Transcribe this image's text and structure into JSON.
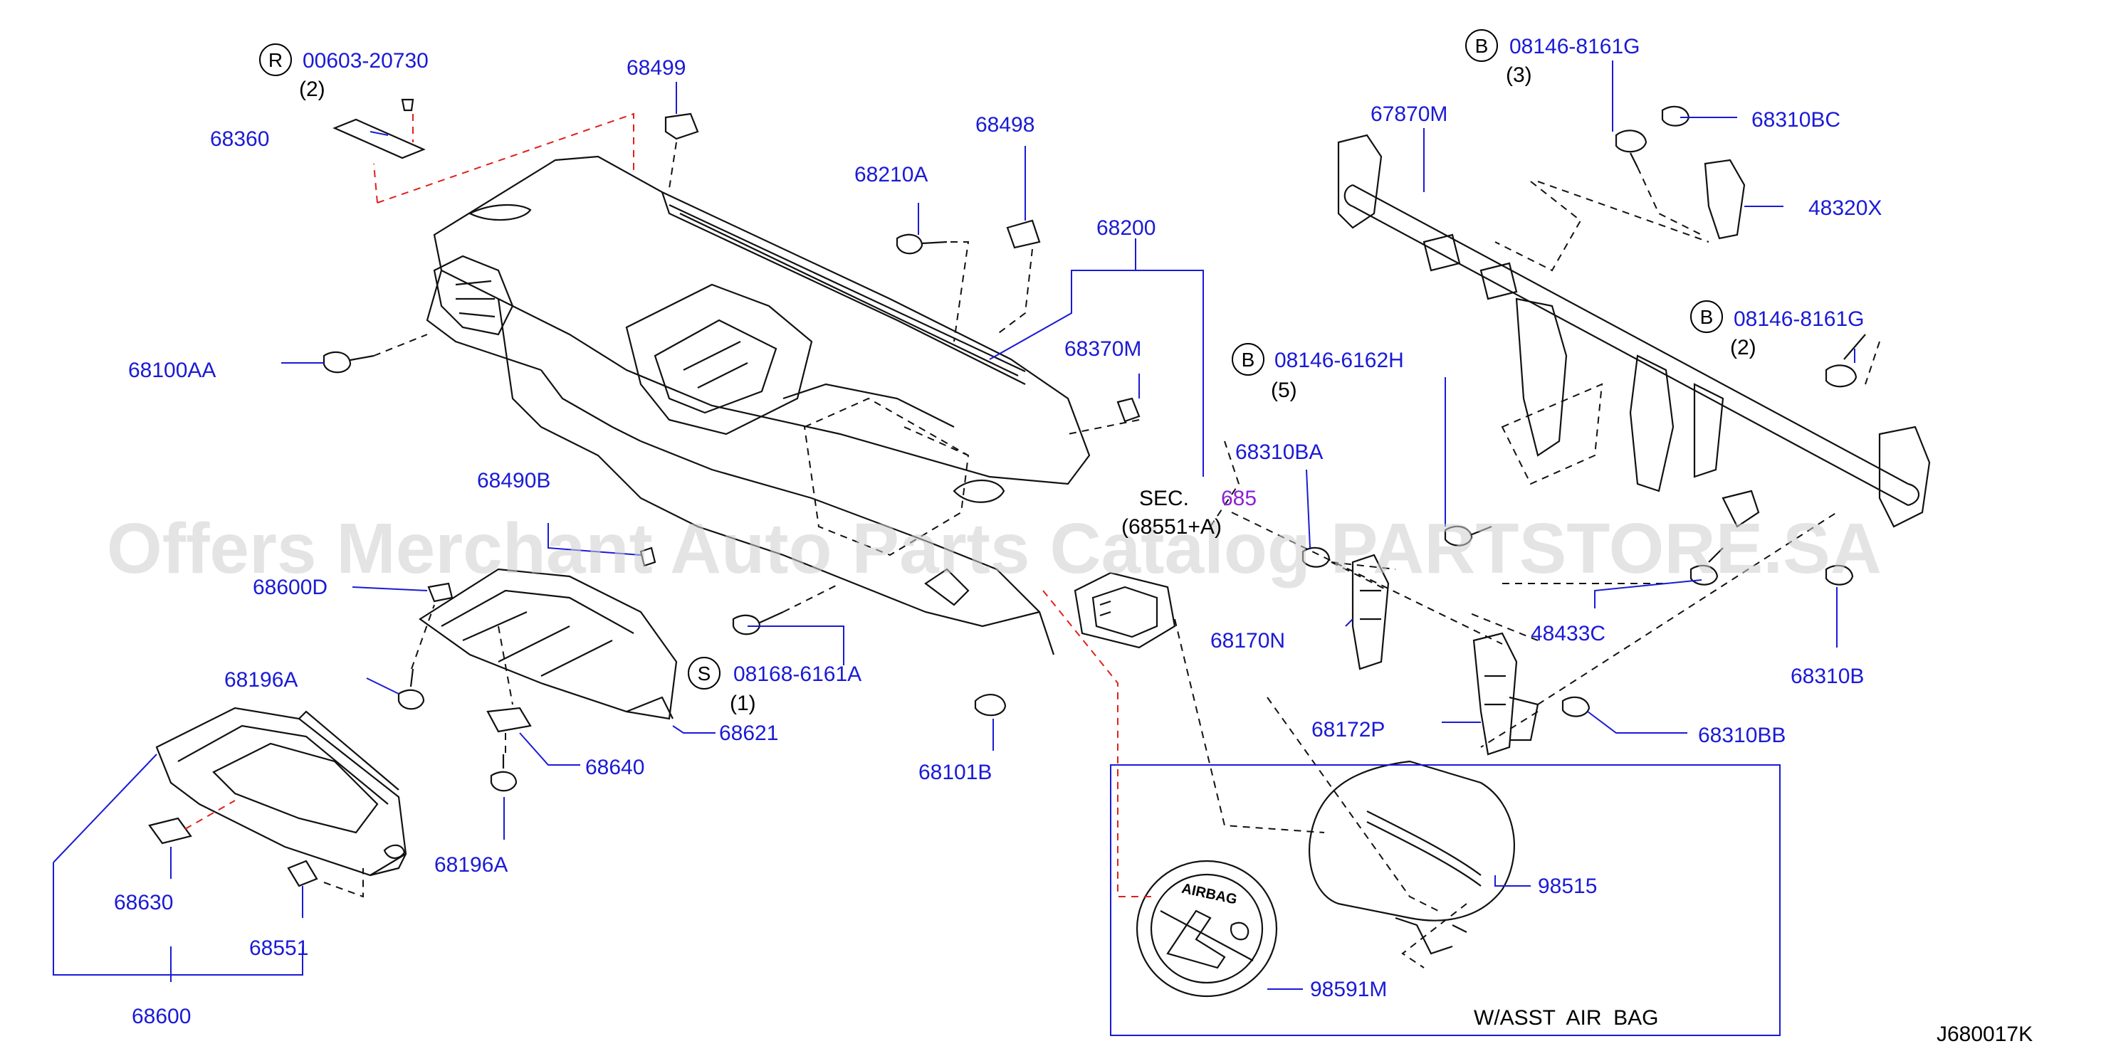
{
  "diagram_id": "J680017K",
  "watermark": "Offers Merchant Auto Parts Catalog PARTSTORE.SA",
  "section_ref": {
    "prefix": "SEC.",
    "number": "685",
    "sub": "(68551+A)"
  },
  "variant_box_label": "W/ASST  AIR  BAG",
  "airbag_text": "AIRBAG",
  "colors": {
    "label": "#1a1ad6",
    "section": "#8a22d6",
    "red_dash": "#e0201a",
    "leader": "#1a1ad6"
  },
  "parts": [
    {
      "id": "p1",
      "number": "00603-20730",
      "prefix": "R",
      "qty": "(2)"
    },
    {
      "id": "p2",
      "number": "68499"
    },
    {
      "id": "p3",
      "number": "68360"
    },
    {
      "id": "p4",
      "number": "68498"
    },
    {
      "id": "p5",
      "number": "68210A"
    },
    {
      "id": "p6",
      "number": "68200"
    },
    {
      "id": "p7",
      "number": "68100AA"
    },
    {
      "id": "p8",
      "number": "68370M"
    },
    {
      "id": "p9",
      "number": "68490B"
    },
    {
      "id": "p10",
      "number": "68600D"
    },
    {
      "id": "p11",
      "number": "68196A"
    },
    {
      "id": "p12",
      "number": "08168-6161A",
      "prefix": "S",
      "qty": "(1)"
    },
    {
      "id": "p13",
      "number": "68621"
    },
    {
      "id": "p14",
      "number": "68640"
    },
    {
      "id": "p15",
      "number": "68101B"
    },
    {
      "id": "p16",
      "number": "68196A"
    },
    {
      "id": "p17",
      "number": "68630"
    },
    {
      "id": "p18",
      "number": "68551"
    },
    {
      "id": "p19",
      "number": "68600"
    },
    {
      "id": "p20",
      "number": "08146-8161G",
      "prefix": "B",
      "qty": "(3)"
    },
    {
      "id": "p21",
      "number": "67870M"
    },
    {
      "id": "p22",
      "number": "68310BC"
    },
    {
      "id": "p23",
      "number": "48320X"
    },
    {
      "id": "p24",
      "number": "08146-8161G",
      "prefix": "B",
      "qty": "(2)"
    },
    {
      "id": "p25",
      "number": "08146-6162H",
      "prefix": "B",
      "qty": "(5)"
    },
    {
      "id": "p26",
      "number": "68310BA"
    },
    {
      "id": "p27",
      "number": "68170N"
    },
    {
      "id": "p28",
      "number": "48433C"
    },
    {
      "id": "p29",
      "number": "68310B"
    },
    {
      "id": "p30",
      "number": "68172P"
    },
    {
      "id": "p31",
      "number": "68310BB"
    },
    {
      "id": "p32",
      "number": "98515"
    },
    {
      "id": "p33",
      "number": "98591M"
    }
  ]
}
